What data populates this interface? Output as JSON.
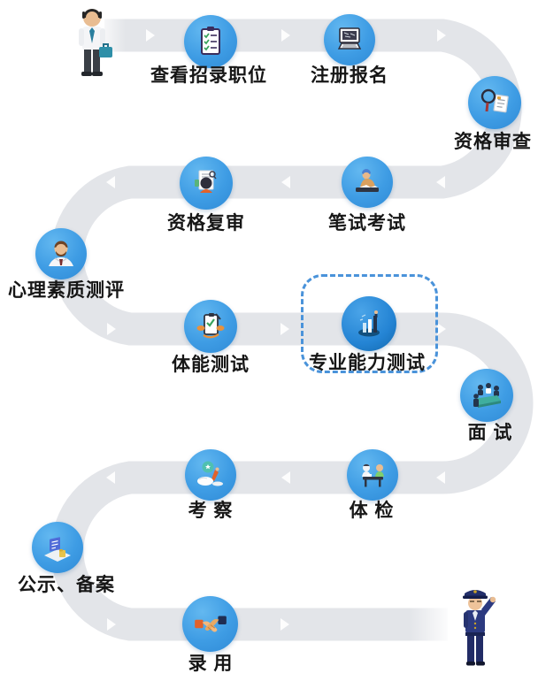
{
  "page": {
    "kind": "recruitment-process-flow-diagram",
    "background": "#ffffff"
  },
  "colors": {
    "road": "#e3e5e9",
    "arrow": "#ffffff",
    "node_circle": "#3e9ce4",
    "node_circle_dark": "#2484d4",
    "label_text": "#161616",
    "dashed_border": "#4a93da"
  },
  "steps": [
    {
      "order": 1,
      "label": "查看招录职位",
      "icon": "checklist-clipboard-icon"
    },
    {
      "order": 2,
      "label": "注册报名",
      "icon": "computer-registration-icon"
    },
    {
      "order": 3,
      "label": "资格审查",
      "icon": "magnifier-documents-icon"
    },
    {
      "order": 4,
      "label": "笔试考试",
      "icon": "written-exam-icon"
    },
    {
      "order": 5,
      "label": "资格复审",
      "icon": "document-recheck-icon"
    },
    {
      "order": 6,
      "label": "心理素质测评",
      "icon": "doctor-icon"
    },
    {
      "order": 7,
      "label": "体能测试",
      "icon": "fitness-test-icon"
    },
    {
      "order": 8,
      "label": "专业能力测试",
      "icon": "bar-chart-icon",
      "dashed_highlight": true
    },
    {
      "order": 9,
      "label": "面 试",
      "icon": "interview-panel-icon"
    },
    {
      "order": 10,
      "label": "体 检",
      "icon": "medical-check-icon"
    },
    {
      "order": 11,
      "label": "考 察",
      "icon": "inspection-icon"
    },
    {
      "order": 12,
      "label": "公示、备案",
      "icon": "announcement-filing-icon"
    },
    {
      "order": 13,
      "label": "录 用",
      "icon": "handshake-icon"
    }
  ],
  "figures": {
    "start": "businessman-applicant",
    "end": "saluting-police-officer"
  }
}
